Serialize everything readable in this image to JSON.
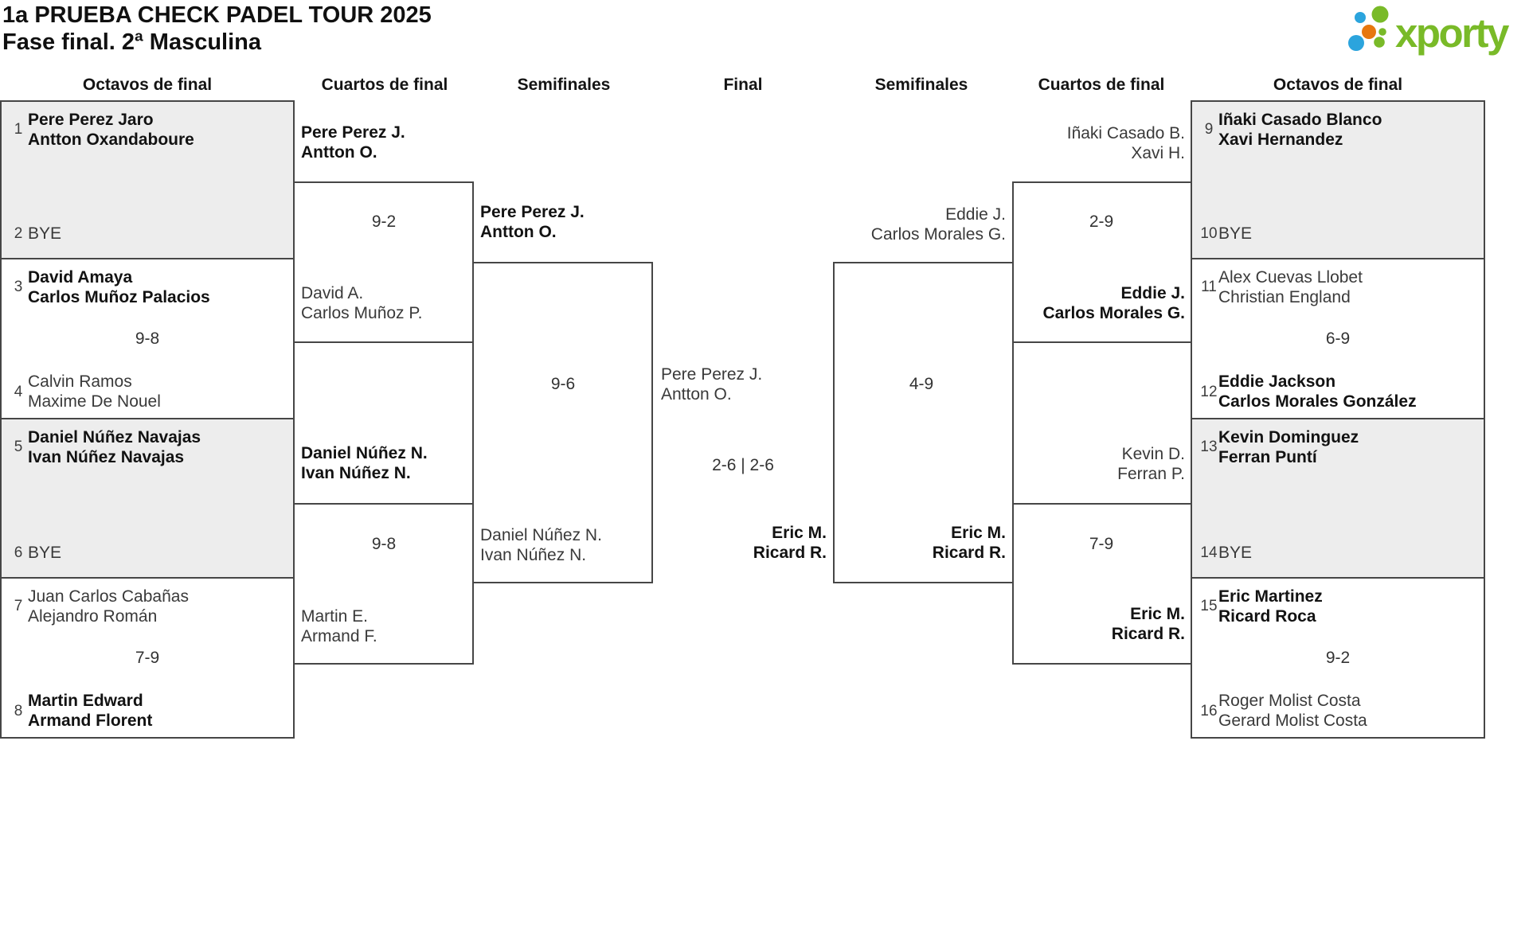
{
  "title": "1a PRUEBA CHECK PADEL TOUR 2025",
  "subtitle": "Fase final. 2ª Masculina",
  "logo": {
    "text": "xporty",
    "colors": {
      "green": "#79BA28",
      "blue": "#2BA4DD",
      "orange": "#E7770F"
    }
  },
  "columns": {
    "c1": "Octavos de final",
    "c2": "Cuartos de final",
    "c3": "Semifinales",
    "c4": "Final",
    "c5": "Semifinales",
    "c6": "Cuartos de final",
    "c7": "Octavos de final"
  },
  "matches": {
    "ol1": {
      "seed_top": "1",
      "top1": "Pere Perez Jaro",
      "top2": "Antton Oxandaboure",
      "seed_bottom": "2",
      "bottom1": "BYE"
    },
    "ol2": {
      "seed_top": "3",
      "top1": "David Amaya",
      "top2": "Carlos Muñoz Palacios",
      "score": "9-8",
      "seed_bottom": "4",
      "bottom1": "Calvin Ramos",
      "bottom2": "Maxime De Nouel"
    },
    "ol3": {
      "seed_top": "5",
      "top1": "Daniel Núñez Navajas",
      "top2": "Ivan Núñez Navajas",
      "seed_bottom": "6",
      "bottom1": "BYE"
    },
    "ol4": {
      "seed_top": "7",
      "top1": "Juan Carlos Cabañas",
      "top2": "Alejandro Román",
      "score": "7-9",
      "seed_bottom": "8",
      "bottom1": "Martin Edward",
      "bottom2": "Armand Florent"
    },
    "ql1": {
      "top1": "Pere Perez J.",
      "top2": "Antton O.",
      "score": "9-2",
      "bottom1": "David A.",
      "bottom2": "Carlos Muñoz P."
    },
    "ql2": {
      "top1": "Daniel Núñez N.",
      "top2": "Ivan Núñez N.",
      "score": "9-8",
      "bottom1": "Martin E.",
      "bottom2": "Armand F."
    },
    "sl": {
      "top1": "Pere Perez J.",
      "top2": "Antton O.",
      "score": "9-6",
      "bottom1": "Daniel Núñez N.",
      "bottom2": "Ivan Núñez N."
    },
    "f": {
      "top1": "Pere Perez J.",
      "top2": "Antton O.",
      "score": "2-6 | 2-6",
      "bottom1": "Eric M.",
      "bottom2": "Ricard R."
    },
    "sr": {
      "top1": "Eddie J.",
      "top2": "Carlos Morales G.",
      "score": "4-9",
      "bottom1": "Eric M.",
      "bottom2": "Ricard R."
    },
    "qr1": {
      "top1": "Iñaki Casado B.",
      "top2": "Xavi H.",
      "score": "2-9",
      "bottom1": "Eddie J.",
      "bottom2": "Carlos Morales G."
    },
    "qr2": {
      "top1": "Kevin D.",
      "top2": "Ferran P.",
      "score": "7-9",
      "bottom1": "Eric M.",
      "bottom2": "Ricard R."
    },
    "or1": {
      "seed_top": "9",
      "top1": "Iñaki Casado Blanco",
      "top2": "Xavi Hernandez",
      "seed_bottom": "10",
      "bottom1": "BYE"
    },
    "or2": {
      "seed_top": "11",
      "top1": "Alex Cuevas Llobet",
      "top2": "Christian England",
      "score": "6-9",
      "seed_bottom": "12",
      "bottom1": "Eddie Jackson",
      "bottom2": "Carlos Morales González"
    },
    "or3": {
      "seed_top": "13",
      "top1": "Kevin Dominguez",
      "top2": "Ferran Puntí",
      "seed_bottom": "14",
      "bottom1": "BYE"
    },
    "or4": {
      "seed_top": "15",
      "top1": "Eric Martinez",
      "top2": "Ricard Roca",
      "score": "9-2",
      "seed_bottom": "16",
      "bottom1": "Roger Molist Costa",
      "bottom2": "Gerard Molist Costa"
    }
  }
}
